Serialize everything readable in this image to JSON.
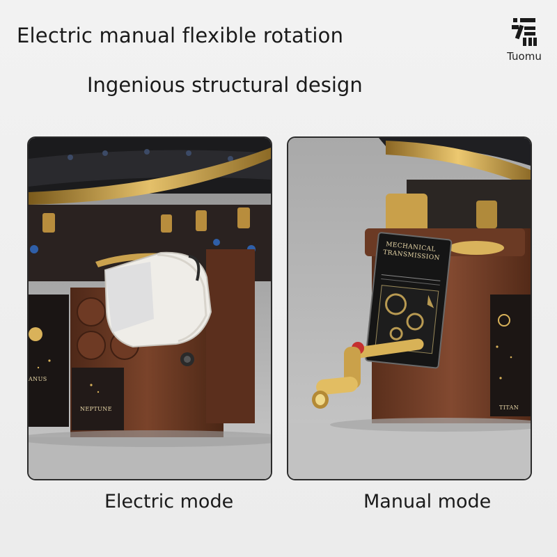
{
  "header": {
    "headline": "Electric manual flexible rotation",
    "subheadline": "Ingenious structural design"
  },
  "brand": {
    "name": "Tuomu",
    "icon": "tuomu-logo-icon"
  },
  "panels": {
    "electric": {
      "caption": "Electric mode",
      "tiles": [
        "ANUS",
        "NEPTUNE"
      ]
    },
    "manual": {
      "caption": "Manual mode",
      "placard": {
        "title_line1": "MECHANICAL",
        "title_line2": "TRANSMISSION"
      },
      "tiles": [
        "TITAN"
      ]
    }
  },
  "colors": {
    "background": "#efefef",
    "brick_brown": "#6b3a24",
    "gold": "#c9a14a",
    "dark": "#1d1d1d",
    "motor_white": "#f1efea"
  }
}
